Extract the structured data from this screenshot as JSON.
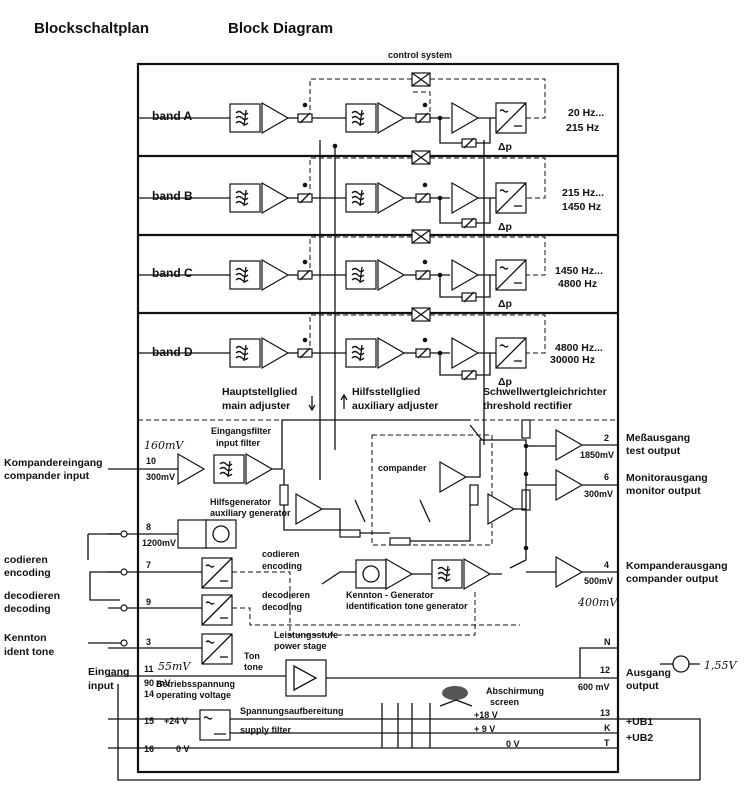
{
  "title": {
    "de": "Blockschaltplan",
    "en": "Block Diagram"
  },
  "control_system": "control system",
  "bands": [
    {
      "label": "band A",
      "f1": "20 Hz...",
      "f2": "215 Hz",
      "dp": "Δp"
    },
    {
      "label": "band B",
      "f1": "215 Hz...",
      "f2": "1450 Hz",
      "dp": "Δp"
    },
    {
      "label": "band C",
      "f1": "1450 Hz...",
      "f2": "4800 Hz",
      "dp": "Δp"
    },
    {
      "label": "band D",
      "f1": "4800 Hz...",
      "f2": "30000 Hz",
      "dp": "Δp"
    }
  ],
  "adjusters": {
    "main_de": "Hauptstellglied",
    "main_en": "main adjuster",
    "aux_de": "Hilfsstellglied",
    "aux_en": "auxiliary adjuster",
    "thr_de": "Schwellwertgleichrichter",
    "thr_en": "threshold rectifier"
  },
  "input_filter": {
    "de": "Eingangsfilter",
    "en": "input filter"
  },
  "compander": "compander",
  "aux_gen": {
    "de": "Hilfsgenerator",
    "en": "auxiliary generator"
  },
  "encoding": {
    "de": "codieren",
    "en": "encoding"
  },
  "decoding": {
    "de": "decodieren",
    "en": "decoding"
  },
  "ident_gen": {
    "de": "Kennton - Generator",
    "en": "identification tone generator"
  },
  "tone": {
    "de": "Ton",
    "en": "tone"
  },
  "power_stage": {
    "de": "Leistungsstufe",
    "en": "power stage"
  },
  "operating_voltage": {
    "de": "Betriebsspannung",
    "en": "operating voltage"
  },
  "supply_filter": {
    "de": "Spannungsaufbereitung",
    "en": "supply filter"
  },
  "screen": {
    "de": "Abschirmung",
    "en": "screen"
  },
  "left": {
    "comp_in_de": "Kompandereingang",
    "comp_in_en": "compander input",
    "enc_de": "codieren",
    "enc_en": "encoding",
    "dec_de": "decodieren",
    "dec_en": "decoding",
    "ident_de": "Kennton",
    "ident_en": "ident tone",
    "in_de": "Eingang",
    "in_en": "input"
  },
  "right": {
    "test_de": "Meßausgang",
    "test_en": "test output",
    "mon_de": "Monitorausgang",
    "mon_en": "monitor output",
    "comp_out_de": "Kompanderausgang",
    "comp_out_en": "compander output",
    "out_de": "Ausgang",
    "out_en": "output",
    "ub1": "+UB1",
    "ub2": "+UB2"
  },
  "pins": {
    "p10": "10",
    "p10v": "300mV",
    "p8": "8",
    "p8v": "1200mV",
    "p7": "7",
    "p9": "9",
    "p3": "3",
    "p11": "11",
    "p11v": "90 mV",
    "p14": "14",
    "p15": "15",
    "p15v": "+24 V",
    "p16": "16",
    "p16v": "0 V",
    "p2": "2",
    "p2v": "1850mV",
    "p6": "6",
    "p6v": "300mV",
    "p4": "4",
    "p4v": "500mV",
    "pN": "N",
    "p12": "12",
    "p12v": "600 mV",
    "p13": "13",
    "pK": "K",
    "pT": "T"
  },
  "rails": {
    "r18": "+18 V",
    "r9": "+ 9 V",
    "r0": "0 V"
  },
  "handwritten": {
    "h1": "160mV",
    "h2": "55mV",
    "h3": "400mV",
    "h4": "1,55V"
  }
}
